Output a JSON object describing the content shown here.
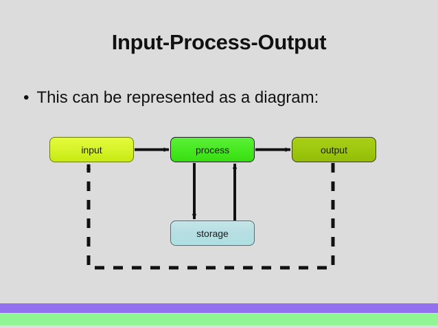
{
  "slide": {
    "title": "Input-Process-Output",
    "bullet_marker": "•",
    "bullet_text": "This can be represented as a diagram:",
    "background_color": "#dcdcdc"
  },
  "diagram": {
    "nodes": [
      {
        "id": "input",
        "label": "input",
        "fill": "#d5f228",
        "border": "#6b7a00"
      },
      {
        "id": "process",
        "label": "process",
        "fill": "#45e81f",
        "border": "#1f1f1f"
      },
      {
        "id": "output",
        "label": "output",
        "fill": "#9dc70e",
        "border": "#3a3a20"
      },
      {
        "id": "storage",
        "label": "storage",
        "fill": "#b5dee2",
        "border": "#5a6a6c"
      }
    ],
    "connectors": [
      {
        "from": "input",
        "to": "process",
        "style": "solid",
        "direction": "right"
      },
      {
        "from": "process",
        "to": "output",
        "style": "solid",
        "direction": "right"
      },
      {
        "from": "process",
        "to": "storage",
        "style": "solid",
        "direction": "down"
      },
      {
        "from": "storage",
        "to": "process",
        "style": "solid",
        "direction": "up"
      },
      {
        "from": "output",
        "to": "input",
        "style": "dashed",
        "direction": "feedback-loop"
      }
    ],
    "line_color": "#111111"
  },
  "footer": {
    "bars": [
      {
        "name": "purple-bar",
        "color": "#9370ee"
      },
      {
        "name": "green-bar",
        "color": "#90f593"
      }
    ]
  }
}
